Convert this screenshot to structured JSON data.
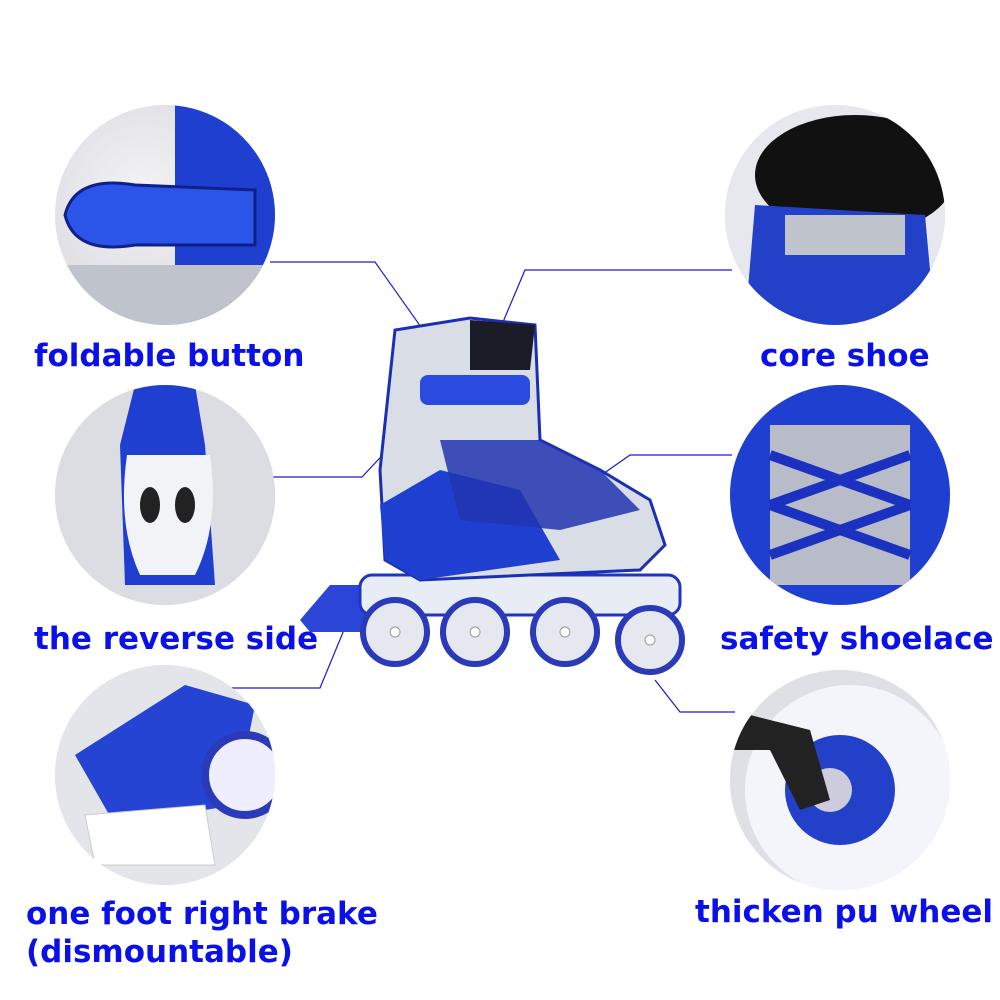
{
  "accent_color": "#0a10e8",
  "features": [
    {
      "label": "foldable button",
      "icon": "buckle-closeup"
    },
    {
      "label": "core shoe",
      "icon": "inner-shoe-closeup"
    },
    {
      "label": "the reverse side",
      "icon": "skate-back-view"
    },
    {
      "label": "safety shoelace",
      "icon": "laces-closeup"
    },
    {
      "label": "one foot right brake",
      "label_line2": "(dismountable)",
      "icon": "brake-closeup"
    },
    {
      "label": "thicken pu wheel",
      "icon": "wheel-closeup"
    }
  ]
}
